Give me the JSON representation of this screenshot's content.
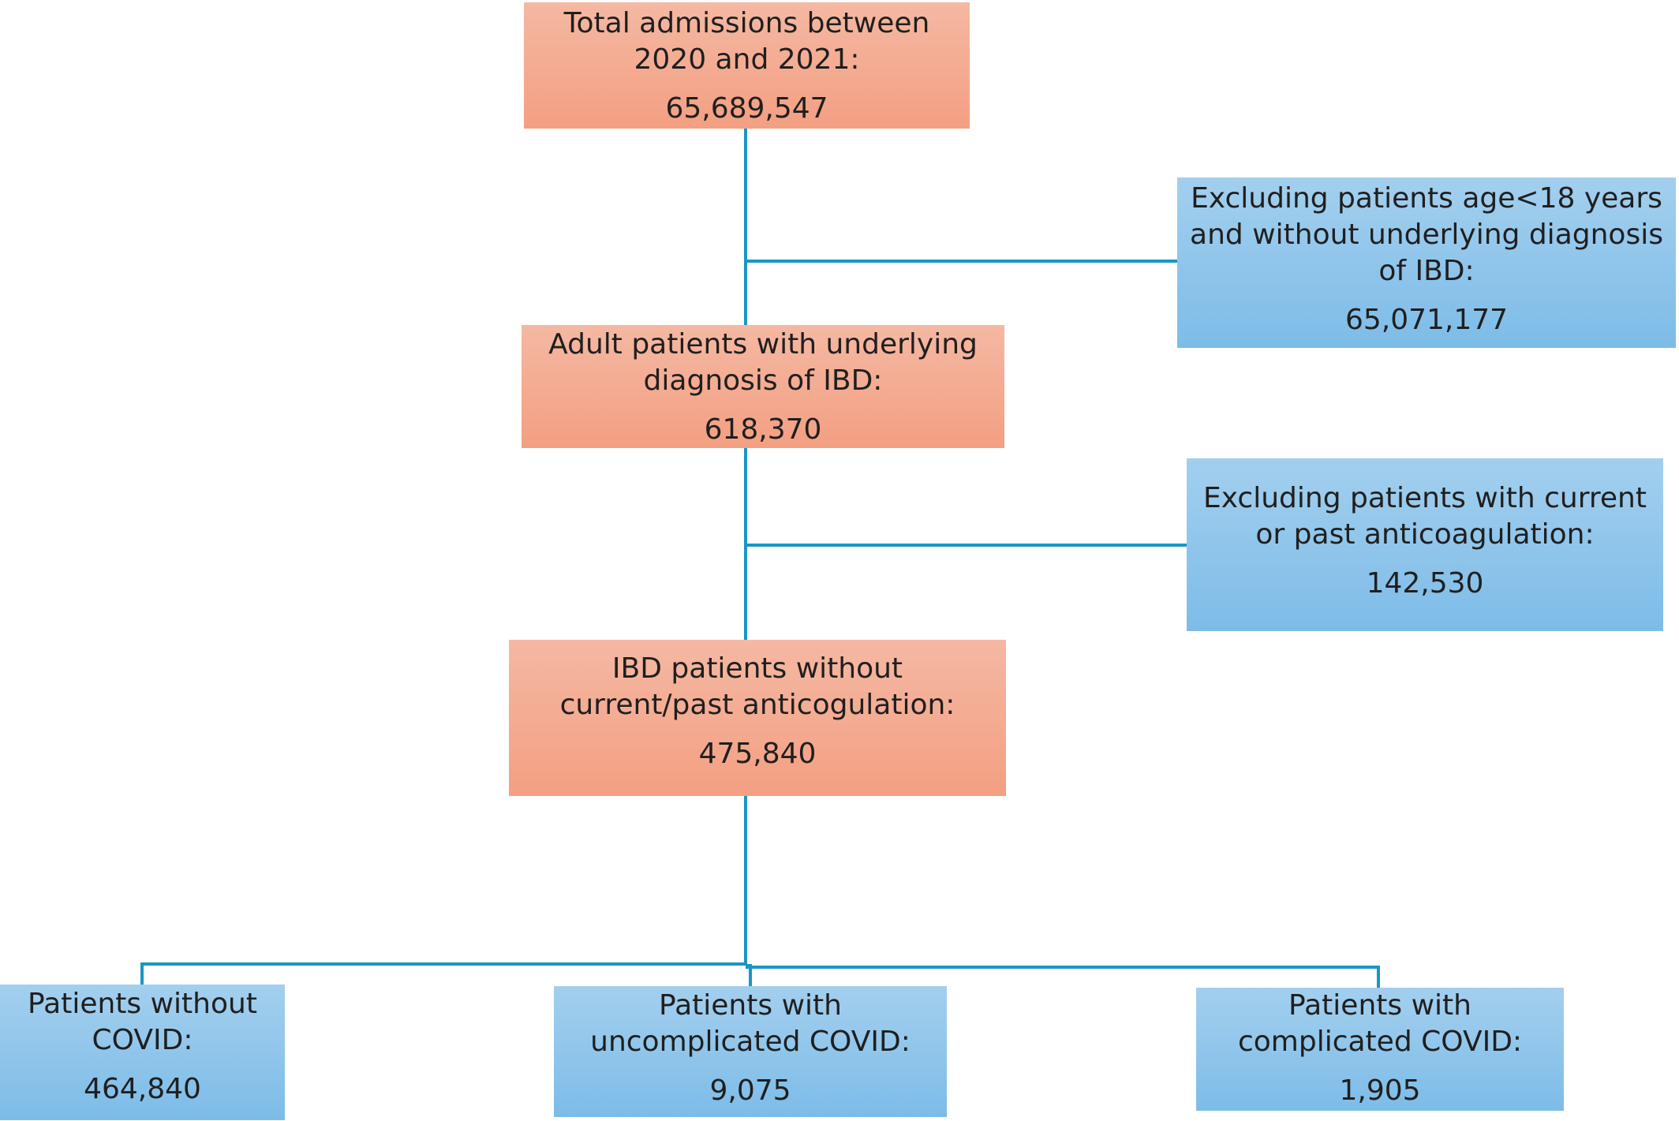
{
  "colors": {
    "inclusion_box": "#f4a78b",
    "exclusion_box": "#8ec6ec",
    "connector": "#1a96c4"
  },
  "boxes": {
    "total": {
      "label": "Total admissions between\n2020 and 2021:",
      "count": "65,689,547"
    },
    "excl_age": {
      "label": "Excluding patients age<18 years\nand without underlying diagnosis\nof IBD:",
      "count": "65,071,177"
    },
    "adult_ibd": {
      "label": "Adult patients with underlying\ndiagnosis of IBD:",
      "count": "618,370"
    },
    "excl_anticoag": {
      "label": "Excluding patients with current\nor past anticoagulation:",
      "count": "142,530"
    },
    "ibd_no_anticoag": {
      "label": "IBD patients without\ncurrent/past anticogulation:",
      "count": "475,840"
    },
    "no_covid": {
      "label": "Patients without\nCOVID:",
      "count": "464,840"
    },
    "uncomplicated": {
      "label": "Patients with\nuncomplicated COVID:",
      "count": "9,075"
    },
    "complicated": {
      "label": "Patients with\ncomplicated COVID:",
      "count": "1,905"
    }
  }
}
